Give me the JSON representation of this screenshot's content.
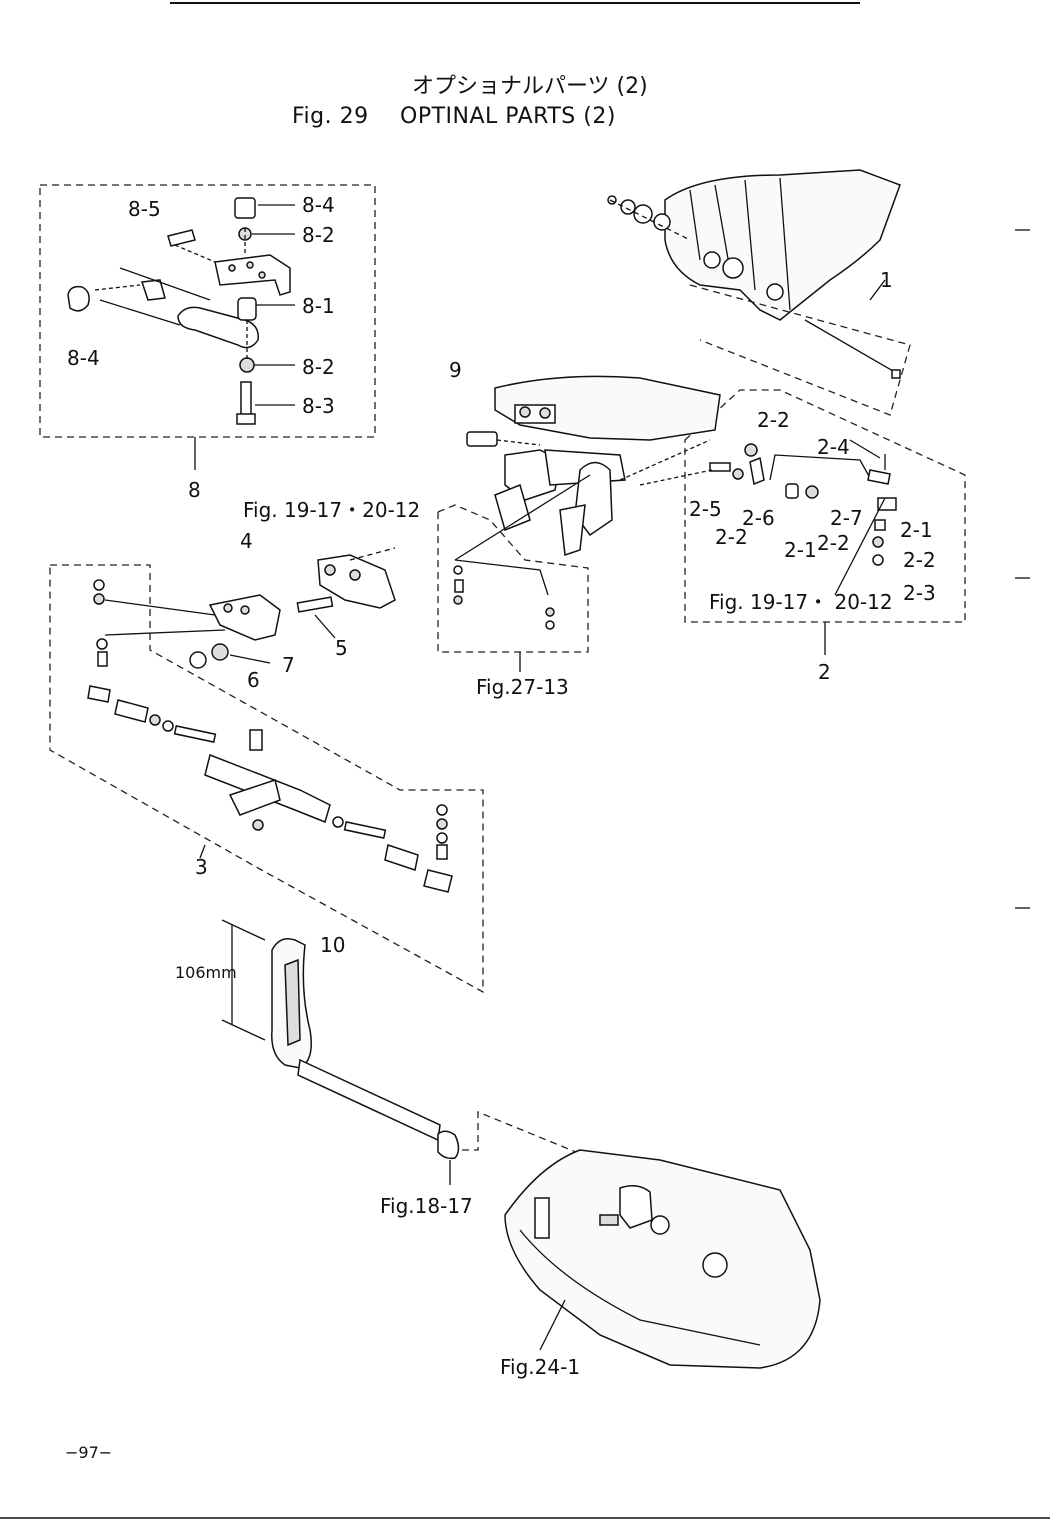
{
  "title": {
    "japanese": "オプショナルパーツ (2)",
    "fig_number": "Fig. 29",
    "english": "OPTINAL PARTS (2)"
  },
  "labels": {
    "p1": "1",
    "p2": "2",
    "p2_1a": "2-1",
    "p2_1b": "2-1",
    "p2_2a": "2-2",
    "p2_2b": "2-2",
    "p2_2c": "2-2",
    "p2_2d": "2-2",
    "p2_3": "2-3",
    "p2_4": "2-4",
    "p2_5": "2-5",
    "p2_6": "2-6",
    "p2_7": "2-7",
    "p3": "3",
    "p4": "4",
    "p5": "5",
    "p6": "6",
    "p7": "7",
    "p8": "8",
    "p8_1": "8-1",
    "p8_2a": "8-2",
    "p8_2b": "8-2",
    "p8_3": "8-3",
    "p8_4a": "8-4",
    "p8_4b": "8-4",
    "p8_5": "8-5",
    "p9": "9",
    "p10": "10"
  },
  "references": {
    "ref_fig19_left": "Fig. 19-17・20-12",
    "ref_fig19_right": "Fig. 19-17・ 20-12",
    "ref_fig27": "Fig.27-13",
    "ref_fig18": "Fig.18-17",
    "ref_fig24": "Fig.24-1"
  },
  "dimension": "106mm",
  "page_number": "−97−"
}
